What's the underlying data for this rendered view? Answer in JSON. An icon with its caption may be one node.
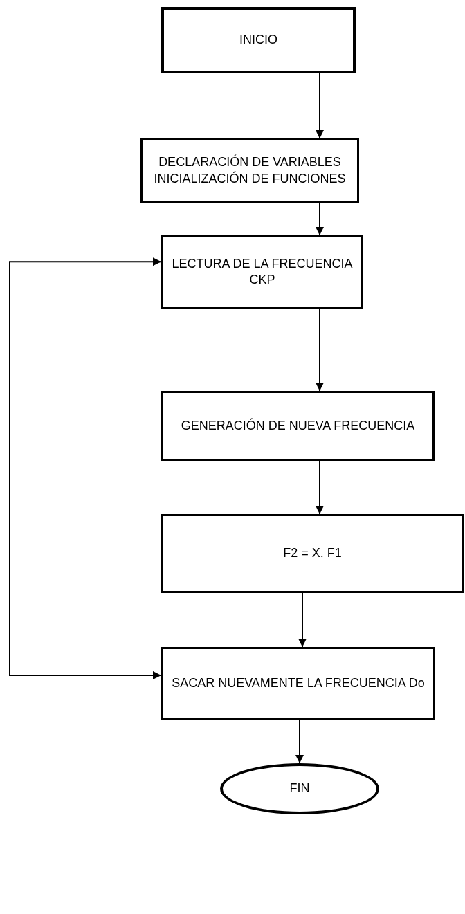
{
  "diagram": {
    "nodes": [
      {
        "text": [
          "INICIO"
        ]
      },
      {
        "text": [
          "DECLARACIÓN DE VARIABLES INICIALIZACIÓN DE FUNCIONES"
        ]
      },
      {
        "text": [
          "LECTURA DE LA FRECUENCIA CKP"
        ]
      },
      {
        "text": [
          "GENERACIÓN DE NUEVA FRECUENCIA"
        ]
      },
      {
        "text": [
          "F2 = X. F1"
        ]
      },
      {
        "text": [
          "SACAR NUEVAMENTE LA FRECUENCIA Do"
        ]
      },
      {
        "text": [
          "FIN"
        ]
      }
    ],
    "edges": [
      {
        "from": 0,
        "to": 1,
        "arrow": "to"
      },
      {
        "from": 1,
        "to": 2,
        "arrow": "to"
      },
      {
        "from": 2,
        "to": 3,
        "arrow": "to"
      },
      {
        "from": 3,
        "to": 4,
        "arrow": "to"
      },
      {
        "from": 4,
        "to": 5,
        "arrow": "to"
      },
      {
        "from": 5,
        "to": 6,
        "arrow": "to"
      },
      {
        "from": 5,
        "to": 2,
        "arrow": "both"
      }
    ]
  }
}
